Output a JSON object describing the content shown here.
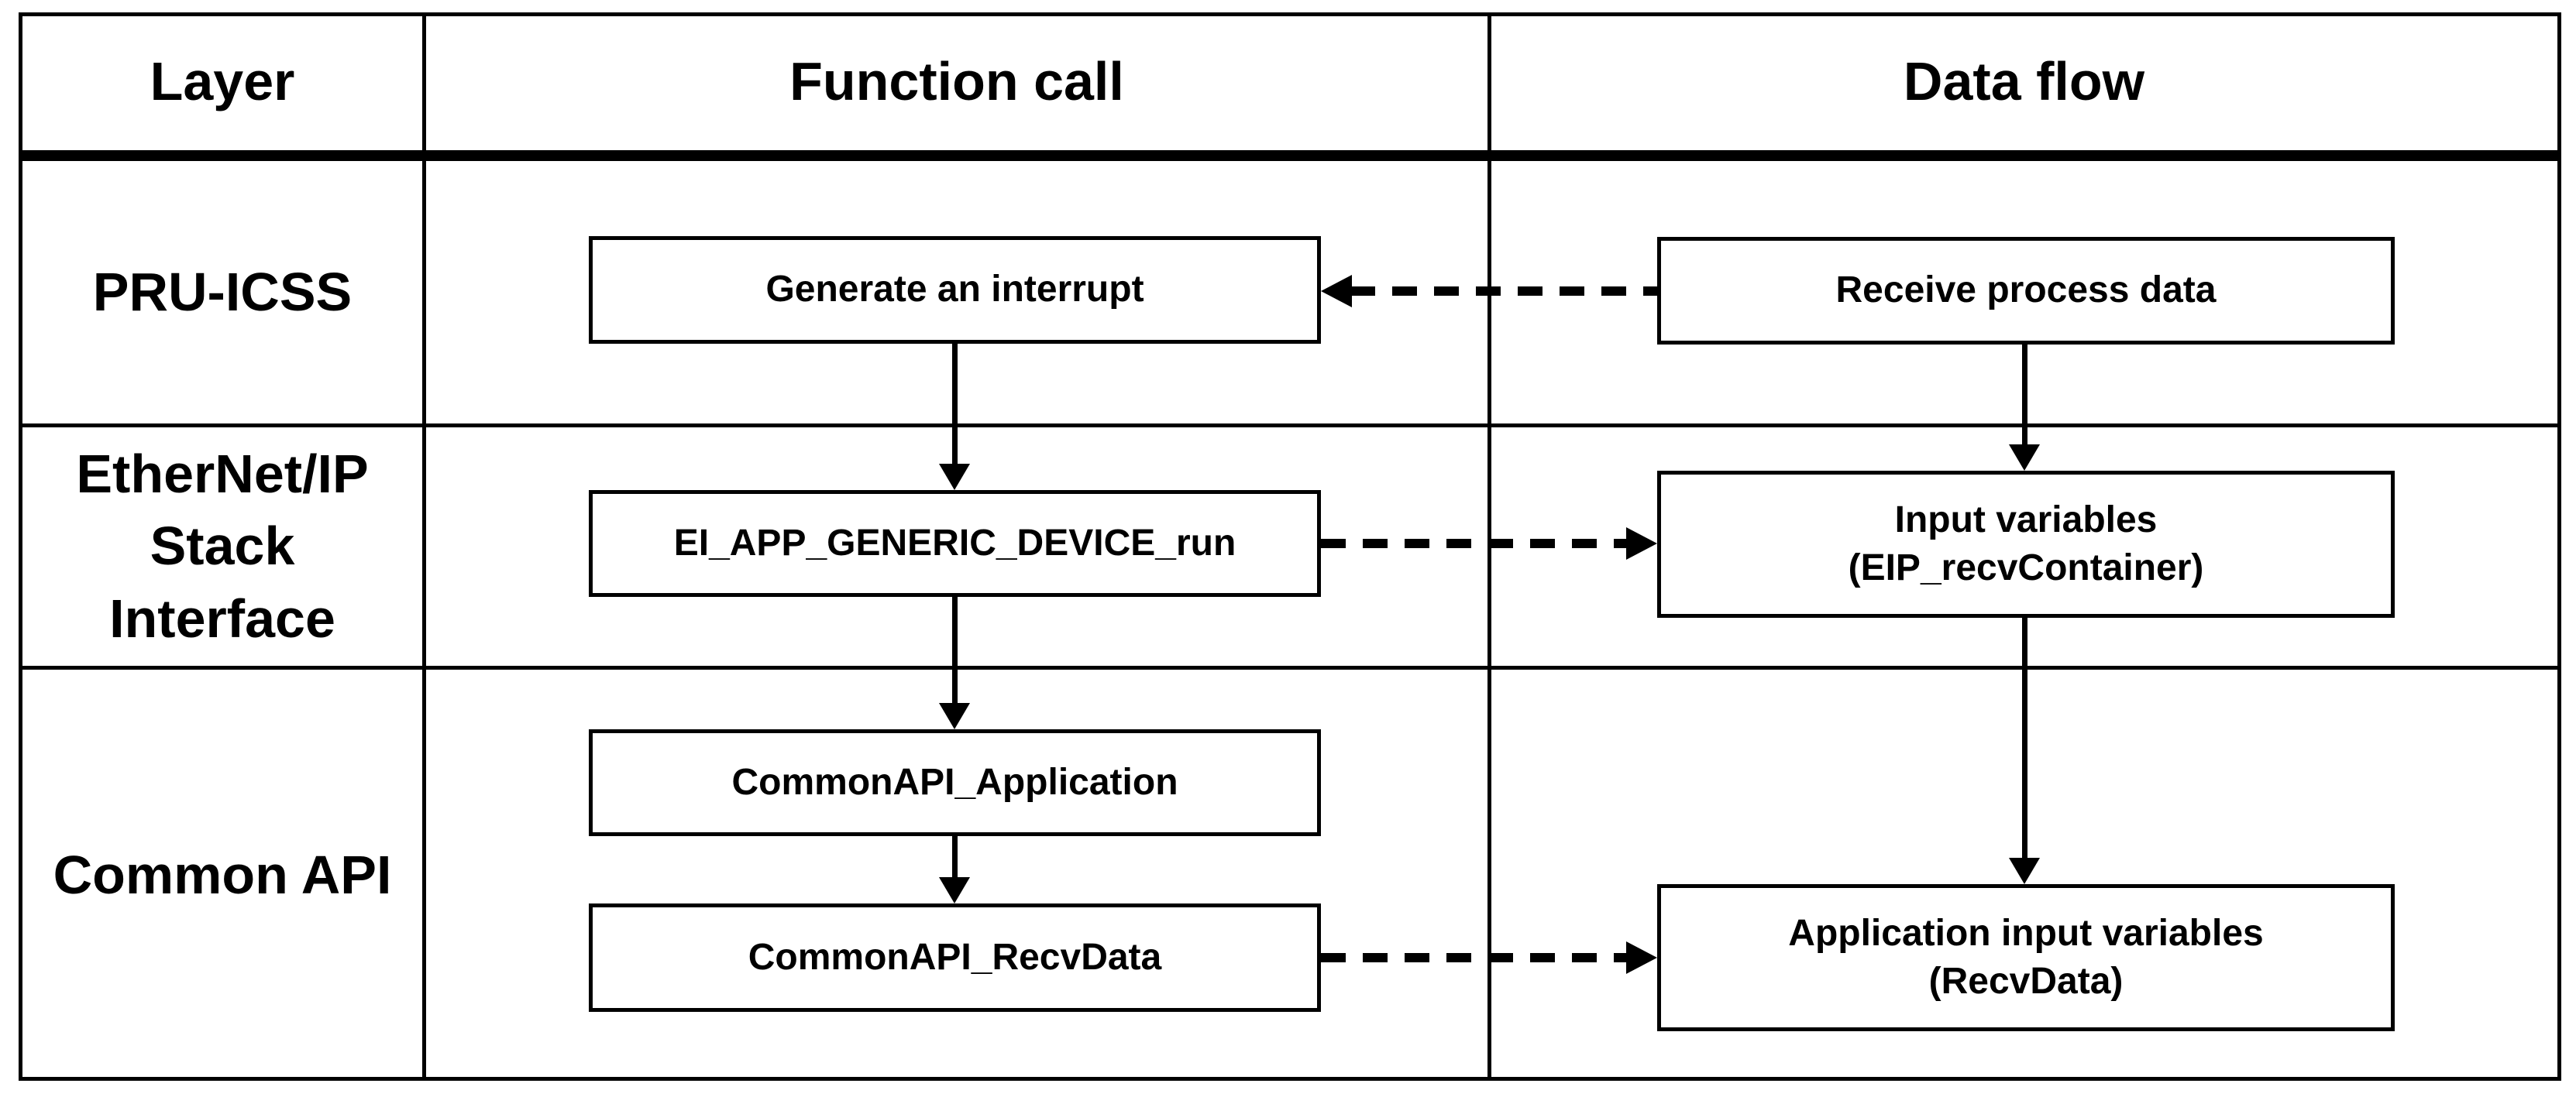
{
  "table": {
    "columns": [
      {
        "label": "Layer"
      },
      {
        "label": "Function call"
      },
      {
        "label": "Data flow"
      }
    ],
    "layers": [
      {
        "label": "PRU-ICSS"
      },
      {
        "label": "EtherNet/IP\nStack\nInterface"
      },
      {
        "label": "Common API"
      }
    ]
  },
  "nodes": {
    "generate_interrupt": {
      "label": "Generate an interrupt",
      "layer": "PRU-ICSS",
      "column": "Function call"
    },
    "ei_app_generic_device_run": {
      "label": "EI_APP_GENERIC_DEVICE_run",
      "layer": "EtherNet/IP Stack Interface",
      "column": "Function call"
    },
    "common_api_application": {
      "label": "CommonAPI_Application",
      "layer": "Common API",
      "column": "Function call"
    },
    "common_api_recv_data": {
      "label": "CommonAPI_RecvData",
      "layer": "Common API",
      "column": "Function call"
    },
    "receive_process_data": {
      "label": "Receive process data",
      "layer": "PRU-ICSS",
      "column": "Data flow"
    },
    "input_variables": {
      "label": "Input variables\n(EIP_recvContainer)",
      "layer": "EtherNet/IP Stack Interface",
      "column": "Data flow"
    },
    "application_input_variables": {
      "label": "Application input variables\n(RecvData)",
      "layer": "Common API",
      "column": "Data flow"
    }
  },
  "connectors": {
    "solid_arrows": [
      {
        "from": "generate_interrupt",
        "to": "ei_app_generic_device_run",
        "direction": "down"
      },
      {
        "from": "ei_app_generic_device_run",
        "to": "common_api_application",
        "direction": "down"
      },
      {
        "from": "common_api_application",
        "to": "common_api_recv_data",
        "direction": "down"
      },
      {
        "from": "receive_process_data",
        "to": "input_variables",
        "direction": "down"
      },
      {
        "from": "input_variables",
        "to": "application_input_variables",
        "direction": "down"
      }
    ],
    "dashed_arrows": [
      {
        "from": "receive_process_data",
        "to": "generate_interrupt",
        "direction": "left"
      },
      {
        "from": "ei_app_generic_device_run",
        "to": "input_variables",
        "direction": "right"
      },
      {
        "from": "common_api_recv_data",
        "to": "application_input_variables",
        "direction": "right"
      }
    ]
  },
  "colors": {
    "line": "#000000",
    "text": "#000000",
    "background": "#ffffff",
    "box_fill": "#ffffff"
  }
}
